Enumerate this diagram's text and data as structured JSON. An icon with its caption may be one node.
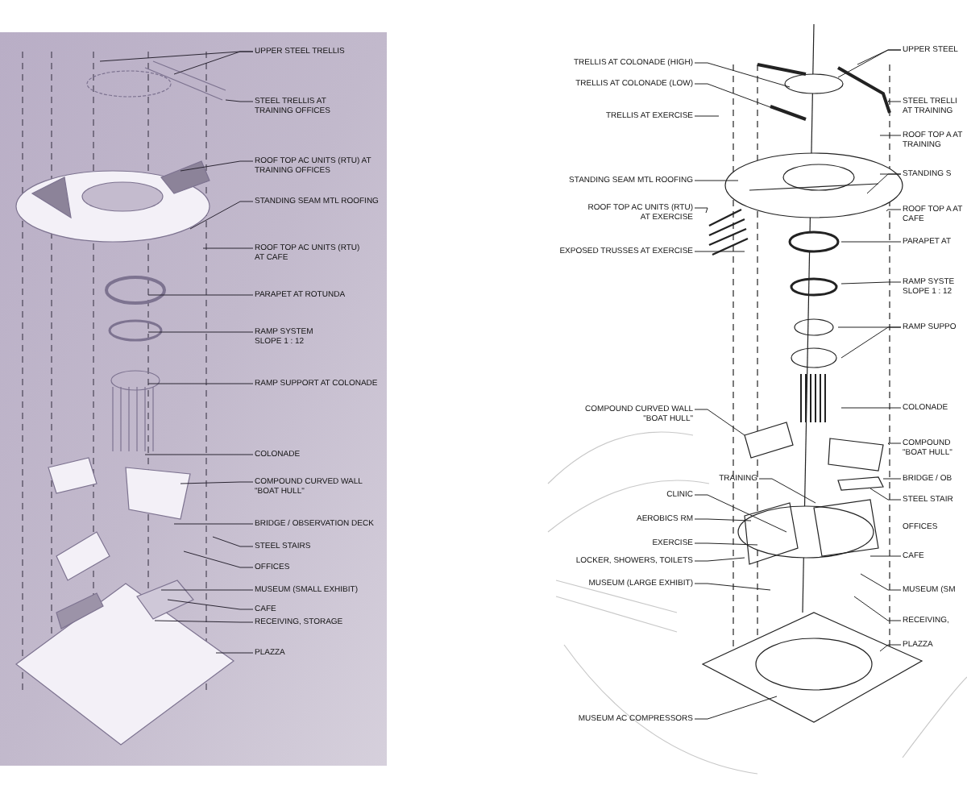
{
  "diagram": {
    "nodes": [
      {
        "text": [
          "UPPER STEEL TRELLIS"
        ]
      },
      {
        "text": [
          "STEEL TRELLIS AT TRAINING OFFICES"
        ]
      },
      {
        "text": [
          "ROOF TOP AC UNITS (RTU) AT TRAINING OFFICES"
        ]
      },
      {
        "text": [
          "STANDING SEAM MTL ROOFING"
        ]
      },
      {
        "text": [
          "ROOF TOP AC UNITS (RTU) AT CAFE"
        ]
      },
      {
        "text": [
          "PARAPET AT ROTUNDA"
        ]
      },
      {
        "text": [
          "RAMP SYSTEM SLOPE 1 : 12"
        ]
      },
      {
        "text": [
          "RAMP SUPPORT AT COLONADE"
        ]
      },
      {
        "text": [
          "COLONADE"
        ]
      },
      {
        "text": [
          "COMPOUND CURVED WALL \"BOAT HULL\""
        ]
      },
      {
        "text": [
          "BRIDGE / OBSERVATION DECK"
        ]
      },
      {
        "text": [
          "STEEL STAIRS"
        ]
      },
      {
        "text": [
          "OFFICES"
        ]
      },
      {
        "text": [
          "MUSEUM (SMALL EXHIBIT)"
        ]
      },
      {
        "text": [
          "CAFE"
        ]
      },
      {
        "text": [
          "RECEIVING, STORAGE"
        ]
      },
      {
        "text": [
          "PLAZZA"
        ]
      },
      {
        "text": [
          "TRELLIS AT COLONADE (HIGH)"
        ]
      },
      {
        "text": [
          "TRELLIS AT COLONADE (LOW)"
        ]
      },
      {
        "text": [
          "TRELLIS AT EXERCISE"
        ]
      },
      {
        "text": [
          "STANDING SEAM MTL ROOFING"
        ]
      },
      {
        "text": [
          "ROOF TOP AC UNITS (RTU) AT EXERCISE"
        ]
      },
      {
        "text": [
          "EXPOSED TRUSSES AT EXERCISE"
        ]
      },
      {
        "text": [
          "COMPOUND CURVED WALL \"BOAT HULL\""
        ]
      },
      {
        "text": [
          "TRAINING"
        ]
      },
      {
        "text": [
          "CLINIC"
        ]
      },
      {
        "text": [
          "AEROBICS RM"
        ]
      },
      {
        "text": [
          "EXERCISE"
        ]
      },
      {
        "text": [
          "LOCKER, SHOWERS, TOILETS"
        ]
      },
      {
        "text": [
          "MUSEUM (LARGE EXHIBIT)"
        ]
      },
      {
        "text": [
          "MUSEUM AC COMPRESSORS"
        ]
      },
      {
        "text": [
          "UPPER STEEL"
        ]
      },
      {
        "text": [
          "STEEL TRELLI AT TRAINING"
        ]
      },
      {
        "text": [
          "ROOF TOP A AT TRAINING"
        ]
      },
      {
        "text": [
          "STANDING S"
        ]
      },
      {
        "text": [
          "ROOF TOP A AT CAFE"
        ]
      },
      {
        "text": [
          "PARAPET AT"
        ]
      },
      {
        "text": [
          "RAMP SYSTE SLOPE 1 : 12"
        ]
      },
      {
        "text": [
          "RAMP SUPPO"
        ]
      },
      {
        "text": [
          "COLONADE"
        ]
      },
      {
        "text": [
          "COMPOUND \"BOAT HULL\""
        ]
      },
      {
        "text": [
          "BRIDGE / OB"
        ]
      },
      {
        "text": [
          "STEEL STAIR"
        ]
      },
      {
        "text": [
          "OFFICES"
        ]
      },
      {
        "text": [
          "CAFE"
        ]
      },
      {
        "text": [
          "MUSEUM (SM"
        ]
      },
      {
        "text": [
          "RECEIVING,"
        ]
      },
      {
        "text": [
          "PLAZZA"
        ]
      }
    ],
    "edges": [
      {
        "from": 0,
        "to": null,
        "arrow": "none"
      },
      {
        "from": 0,
        "to": null,
        "arrow": "none"
      },
      {
        "from": 1,
        "to": null,
        "arrow": "none"
      },
      {
        "from": 2,
        "to": null,
        "arrow": "none"
      },
      {
        "from": 3,
        "to": null,
        "arrow": "none"
      },
      {
        "from": 4,
        "to": null,
        "arrow": "none"
      },
      {
        "from": 5,
        "to": null,
        "arrow": "none"
      },
      {
        "from": 6,
        "to": null,
        "arrow": "none"
      },
      {
        "from": 7,
        "to": null,
        "arrow": "none"
      },
      {
        "from": 8,
        "to": null,
        "arrow": "none"
      },
      {
        "from": 9,
        "to": null,
        "arrow": "none"
      },
      {
        "from": 10,
        "to": null,
        "arrow": "none"
      },
      {
        "from": 11,
        "to": null,
        "arrow": "none"
      },
      {
        "from": 12,
        "to": null,
        "arrow": "none"
      },
      {
        "from": 13,
        "to": null,
        "arrow": "none"
      },
      {
        "from": 14,
        "to": null,
        "arrow": "none"
      },
      {
        "from": 15,
        "to": null,
        "arrow": "none"
      },
      {
        "from": 16,
        "to": null,
        "arrow": "none"
      },
      {
        "from": 17,
        "to": null,
        "arrow": "none"
      },
      {
        "from": 18,
        "to": null,
        "arrow": "none"
      },
      {
        "from": 19,
        "to": null,
        "arrow": "none"
      },
      {
        "from": 20,
        "to": null,
        "arrow": "none"
      },
      {
        "from": 21,
        "to": null,
        "arrow": "none"
      },
      {
        "from": 22,
        "to": null,
        "arrow": "none"
      },
      {
        "from": 23,
        "to": null,
        "arrow": "none"
      },
      {
        "from": 24,
        "to": null,
        "arrow": "none"
      },
      {
        "from": 25,
        "to": null,
        "arrow": "none"
      },
      {
        "from": 26,
        "to": null,
        "arrow": "none"
      },
      {
        "from": 27,
        "to": null,
        "arrow": "none"
      },
      {
        "from": 28,
        "to": null,
        "arrow": "none"
      },
      {
        "from": 29,
        "to": null,
        "arrow": "none"
      },
      {
        "from": 30,
        "to": null,
        "arrow": "none"
      },
      {
        "from": 31,
        "to": null,
        "arrow": "none"
      },
      {
        "from": 31,
        "to": null,
        "arrow": "none"
      },
      {
        "from": 32,
        "to": null,
        "arrow": "none"
      },
      {
        "from": 33,
        "to": null,
        "arrow": "none"
      },
      {
        "from": 34,
        "to": null,
        "arrow": "none"
      },
      {
        "from": 34,
        "to": null,
        "arrow": "none"
      },
      {
        "from": 35,
        "to": null,
        "arrow": "none"
      },
      {
        "from": 36,
        "to": null,
        "arrow": "none"
      },
      {
        "from": 37,
        "to": null,
        "arrow": "none"
      },
      {
        "from": 38,
        "to": null,
        "arrow": "none"
      },
      {
        "from": 38,
        "to": null,
        "arrow": "none"
      },
      {
        "from": 39,
        "to": null,
        "arrow": "none"
      },
      {
        "from": 40,
        "to": null,
        "arrow": "none"
      },
      {
        "from": 41,
        "to": null,
        "arrow": "none"
      },
      {
        "from": 42,
        "to": null,
        "arrow": "none"
      },
      {
        "from": 44,
        "to": null,
        "arrow": "none"
      },
      {
        "from": 45,
        "to": null,
        "arrow": "none"
      },
      {
        "from": 46,
        "to": null,
        "arrow": "none"
      },
      {
        "from": 47,
        "to": null,
        "arrow": "none"
      }
    ]
  }
}
